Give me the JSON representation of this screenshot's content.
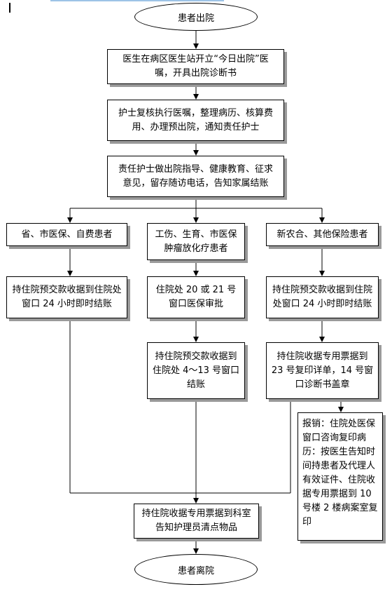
{
  "flowchart": {
    "start": "患者出院",
    "step1": "医生在病区医生站开立“今日出院”医嘱，开具出院诊断书",
    "step2": "护士复核执行医嘱，整理病历、核算费用、办理预出院，通知责任护士",
    "step3": "责任护士做出院指导、健康教育、征求意见，留存随访电话，告知家属结账",
    "branches": {
      "left": {
        "category": "省、市医保、自费患者",
        "step1": "持住院预交款收据到住院处窗口 24 小时即时结账"
      },
      "middle": {
        "category": "工伤、生育、市医保肿瘤放化疗患者",
        "step1": "住院处 20 或 21 号窗口医保审批",
        "step2": "持住院预交款收据到住院处 4～13 号窗口结账"
      },
      "right": {
        "category": "新农合、其他保险患者",
        "step1": "持住院预交款收据到住院处窗口 24 小时即时结账",
        "step2": "持住院收据专用票据到 23 号复印详单，14 号窗口诊断书盖章",
        "note": "报销：住院处医保窗口咨询复印病历：按医生告知时间持患者及代理人有效证件、住院收据专用票据到 10 号楼 2 楼病案室复印"
      }
    },
    "merge": "持住院收据专用票据到科室告知护理员清点物品",
    "end": "患者离院"
  }
}
